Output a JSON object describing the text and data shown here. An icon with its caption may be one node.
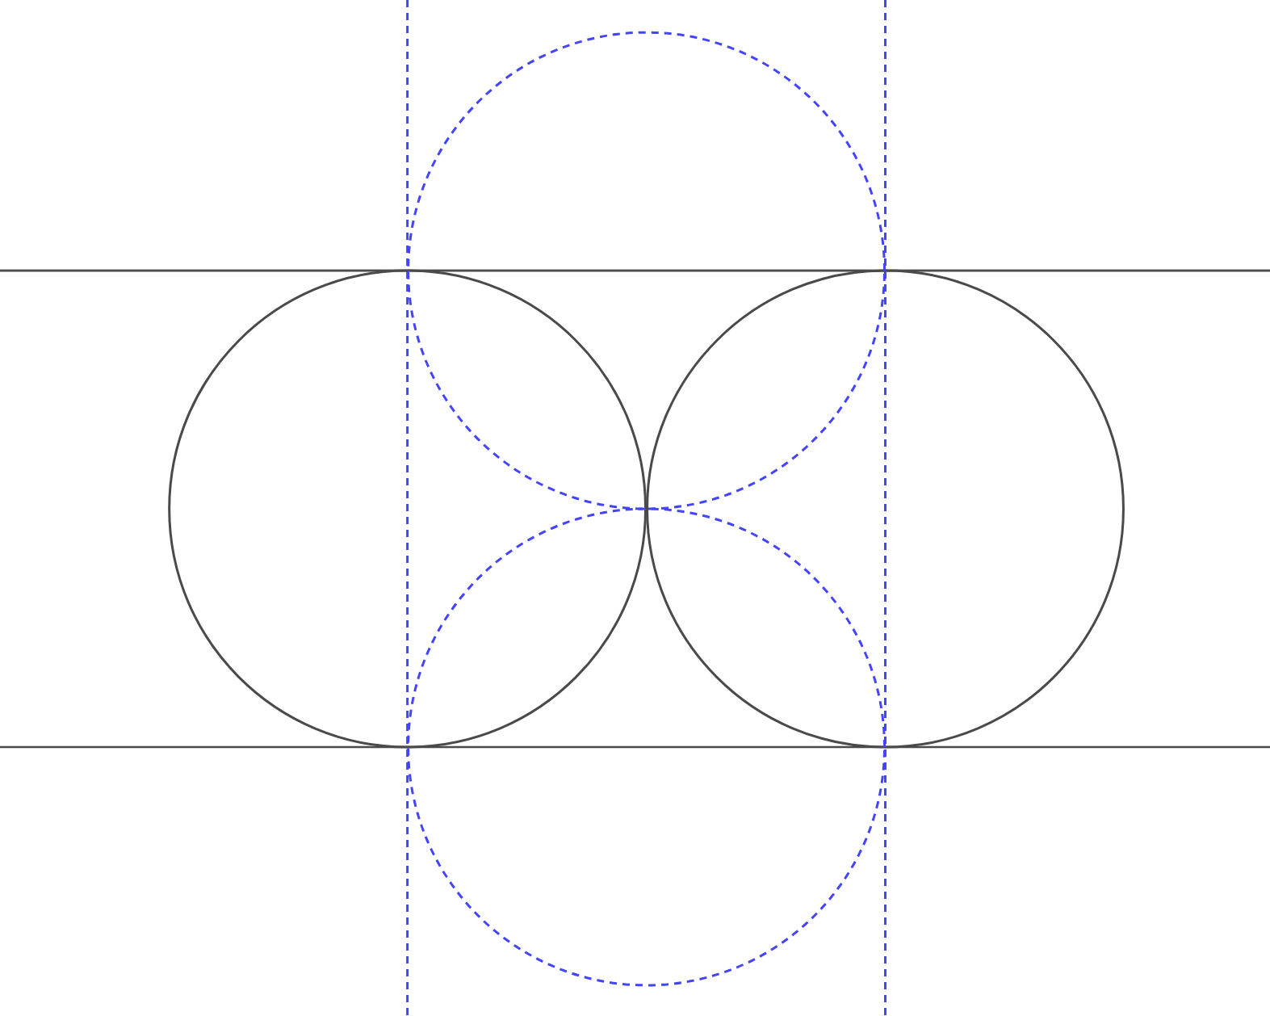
{
  "diagram": {
    "nodes": [
      {
        "text": [],
        "shape": "circle"
      },
      {
        "text": [],
        "shape": "circle"
      },
      {
        "text": [],
        "shape": "circle"
      },
      {
        "text": [],
        "shape": "circle"
      }
    ]
  }
}
